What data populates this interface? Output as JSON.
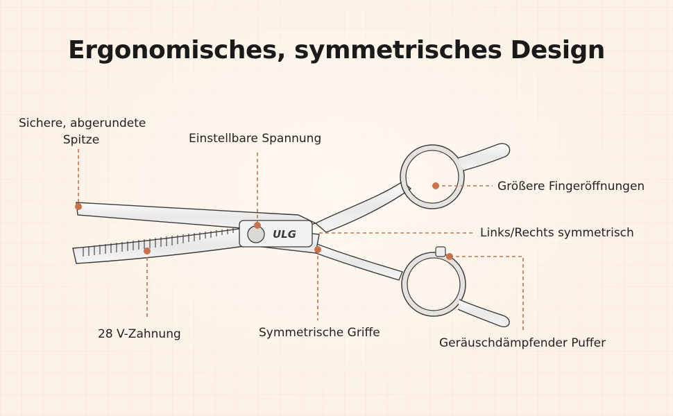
{
  "title": "Ergonomisches, symmetrisches Design",
  "brand": "ULG",
  "accent_color": "#c8714a",
  "callouts": {
    "rounded_tip_line1": "Sichere, abgerundete",
    "rounded_tip_line2": "Spitze",
    "adjustable_tension": "Einstellbare Spannung",
    "larger_finger_holes": "Größere Fingeröffnungen",
    "symmetric_lr": "Links/Rechts symmetrisch",
    "v_teeth": "28 V-Zahnung",
    "symmetric_handles": "Symmetrische Griffe",
    "noise_buffer": "Geräuschdämpfender Puffer"
  }
}
